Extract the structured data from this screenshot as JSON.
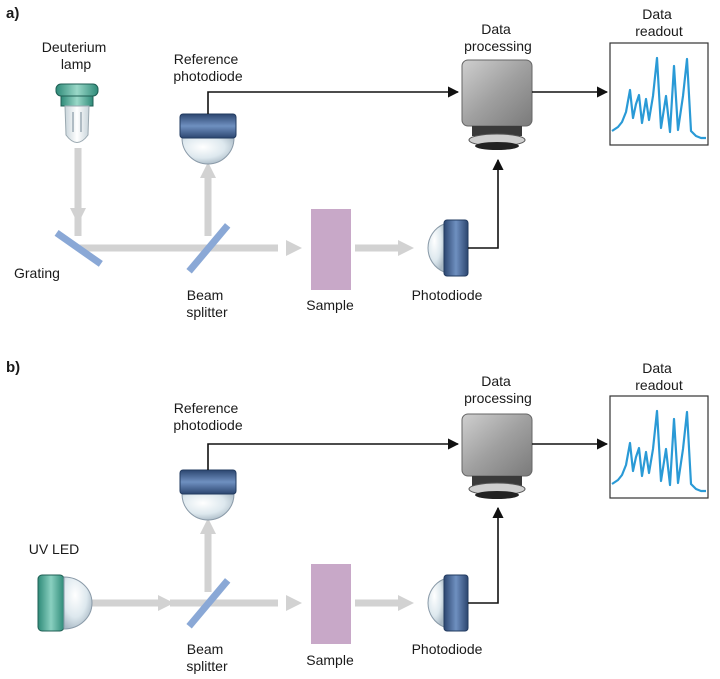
{
  "panels": [
    {
      "panel_label": "a)",
      "labels": {
        "source": [
          "Deuterium",
          "lamp"
        ],
        "reference": [
          "Reference",
          "photodiode"
        ],
        "processing": [
          "Data",
          "processing"
        ],
        "readout": [
          "Data",
          "readout"
        ],
        "grating": "Grating",
        "beam_splitter": [
          "Beam",
          "splitter"
        ],
        "sample": "Sample",
        "photodiode": "Photodiode"
      }
    },
    {
      "panel_label": "b)",
      "labels": {
        "source": "UV LED",
        "reference": [
          "Reference",
          "photodiode"
        ],
        "processing": [
          "Data",
          "processing"
        ],
        "readout": [
          "Data",
          "readout"
        ],
        "beam_splitter": [
          "Beam",
          "splitter"
        ],
        "sample": "Sample",
        "photodiode": "Photodiode"
      }
    }
  ],
  "colors": {
    "beam": "#d2d2d2",
    "wire": "#111111",
    "optic_blue": "#8aa8d6",
    "sample": "#c8a8c8",
    "processor": "#9a9a9a",
    "spectrum": "#2a9ad6",
    "lamp_teal": "#4aa090",
    "photodiode_blue": "#3a5a8c"
  }
}
